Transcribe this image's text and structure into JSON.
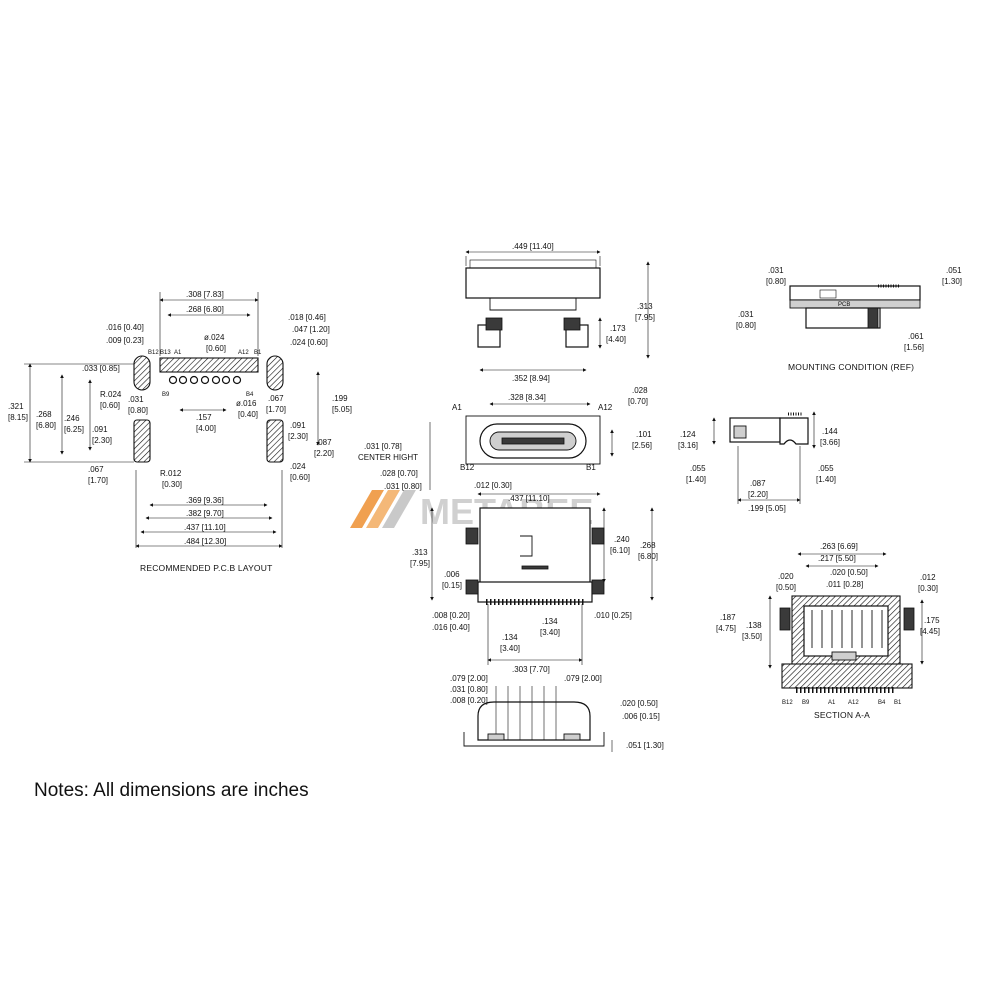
{
  "notes": "Notes: All dimensions are inches",
  "watermark": "METABEE",
  "colors": {
    "line": "#111111",
    "watermark_orange": "#f0a050",
    "watermark_grey": "#b8b8b8"
  },
  "pcb_layout": {
    "caption": "RECOMMENDED P.C.B LAYOUT",
    "dims": [
      ".308 [7.83]",
      ".268 [6.80]",
      ".016 [0.40]",
      ".009 [0.23]",
      "ø.024",
      "[0.60]",
      ".018 [0.46]",
      ".047 [1.20]",
      ".024 [0.60]",
      ".033 [0.85]",
      ".321",
      "[8.15]",
      ".268",
      "[6.80]",
      ".246",
      "[6.25]",
      "R.024",
      "[0.60]",
      ".031",
      "[0.80]",
      ".091",
      "[2.30]",
      ".157",
      "[4.00]",
      "ø.016",
      "[0.40]",
      ".067",
      "[1.70]",
      ".199",
      "[5.05]",
      ".091",
      "[2.30]",
      ".087",
      "[2.20]",
      ".067",
      "[1.70]",
      "R.012",
      "[0.30]",
      ".024",
      "[0.60]",
      ".369 [9.36]",
      ".382 [9.70]",
      ".437 [11.10]",
      ".484 [12.30]"
    ],
    "pins": [
      "B12",
      "B13",
      "A1",
      "B9",
      "A12",
      "B1",
      "B4"
    ]
  },
  "top_view": {
    "dims": [
      ".449 [11.40]",
      ".313",
      "[7.95]",
      ".173",
      "[4.40]",
      ".352 [8.94]"
    ]
  },
  "front_view": {
    "dims": [
      ".328 [8.34]",
      ".028",
      "[0.70]",
      ".101",
      "[2.56]",
      ".031 [0.78]",
      "CENTER HIGHT",
      ".028 [0.70]",
      ".031 [0.80]",
      ".012 [0.30]",
      ".437 [11.10]"
    ],
    "pins": [
      "A1",
      "A12",
      "B12",
      "B1"
    ]
  },
  "plan_view": {
    "dims": [
      ".313",
      "[7.95]",
      ".006",
      "[0.15]",
      ".240",
      "[6.10]",
      ".268",
      "[6.80]",
      ".008 [0.20]",
      ".016 [0.40]",
      ".134",
      "[3.40]",
      ".134",
      "[3.40]",
      ".010 [0.25]",
      ".303 [7.70]"
    ]
  },
  "bottom_view": {
    "dims": [
      ".079 [2.00]",
      ".031 [0.80]",
      ".008 [0.20]",
      ".079 [2.00]",
      ".020 [0.50]",
      ".006 [0.15]",
      ".051 [1.30]"
    ]
  },
  "mounting": {
    "caption": "MOUNTING CONDITION (REF)",
    "pcb_label": "PCB",
    "dims": [
      ".031",
      "[0.80]",
      ".031",
      "[0.80]",
      ".051",
      "[1.30]",
      ".061",
      "[1.56]"
    ]
  },
  "side_view": {
    "dims": [
      ".124",
      "[3.16]",
      ".144",
      "[3.66]",
      ".055",
      "[1.40]",
      ".087",
      "[2.20]",
      ".055",
      "[1.40]",
      ".199 [5.05]"
    ]
  },
  "section": {
    "caption": "SECTION A-A",
    "dims": [
      ".263 [6.69]",
      ".217 [5.50]",
      ".020",
      "[0.50]",
      ".020 [0.50]",
      ".011 [0.28]",
      ".012",
      "[0.30]",
      ".187",
      "[4.75]",
      ".138",
      "[3.50]",
      ".175",
      "[4.45]"
    ],
    "pins": [
      "B12",
      "B9",
      "A1",
      "A12",
      "B4",
      "B1"
    ]
  }
}
